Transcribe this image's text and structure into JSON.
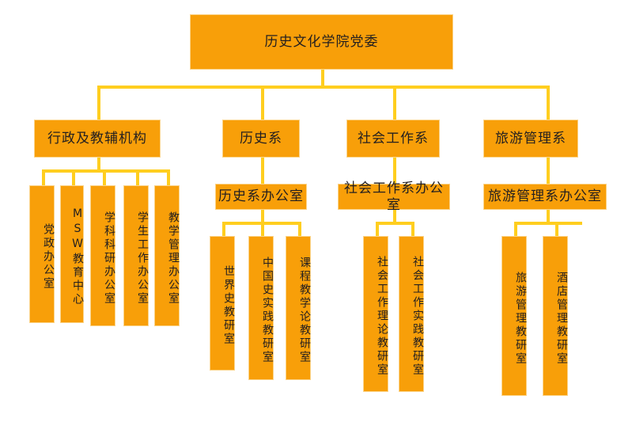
{
  "diagram": {
    "title": "历史文化学院党委",
    "type": "organizational-chart",
    "colors": {
      "box_fill": "#F89F09",
      "box_border": "#FBD48A",
      "connector": "#FFCE1F",
      "text": "#231F20",
      "background": "#FFFFFF"
    },
    "root": {
      "label": "历史文化学院党委"
    },
    "branches": [
      {
        "label": "行政及教辅机构",
        "children": [
          {
            "label": "党政办公室"
          },
          {
            "label": "MSW教育中心"
          },
          {
            "label": "学科科研办公室"
          },
          {
            "label": "学生工作办公室"
          },
          {
            "label": "教学管理办公室"
          }
        ]
      },
      {
        "label": "历史系",
        "office": {
          "label": "历史系办公室"
        },
        "children": [
          {
            "label": "世界史教研室"
          },
          {
            "label": "中国史实践教研室"
          },
          {
            "label": "课程教学论教研室"
          }
        ]
      },
      {
        "label": "社会工作系",
        "office": {
          "label": "社会工作系办公室"
        },
        "children": [
          {
            "label": "社会工作理论教研室"
          },
          {
            "label": "社会工作实践教研室"
          }
        ]
      },
      {
        "label": "旅游管理系",
        "office": {
          "label": "旅游管理系办公室"
        },
        "children": [
          {
            "label": "旅游管理教研室"
          },
          {
            "label": "酒店管理教研室"
          }
        ]
      }
    ]
  }
}
